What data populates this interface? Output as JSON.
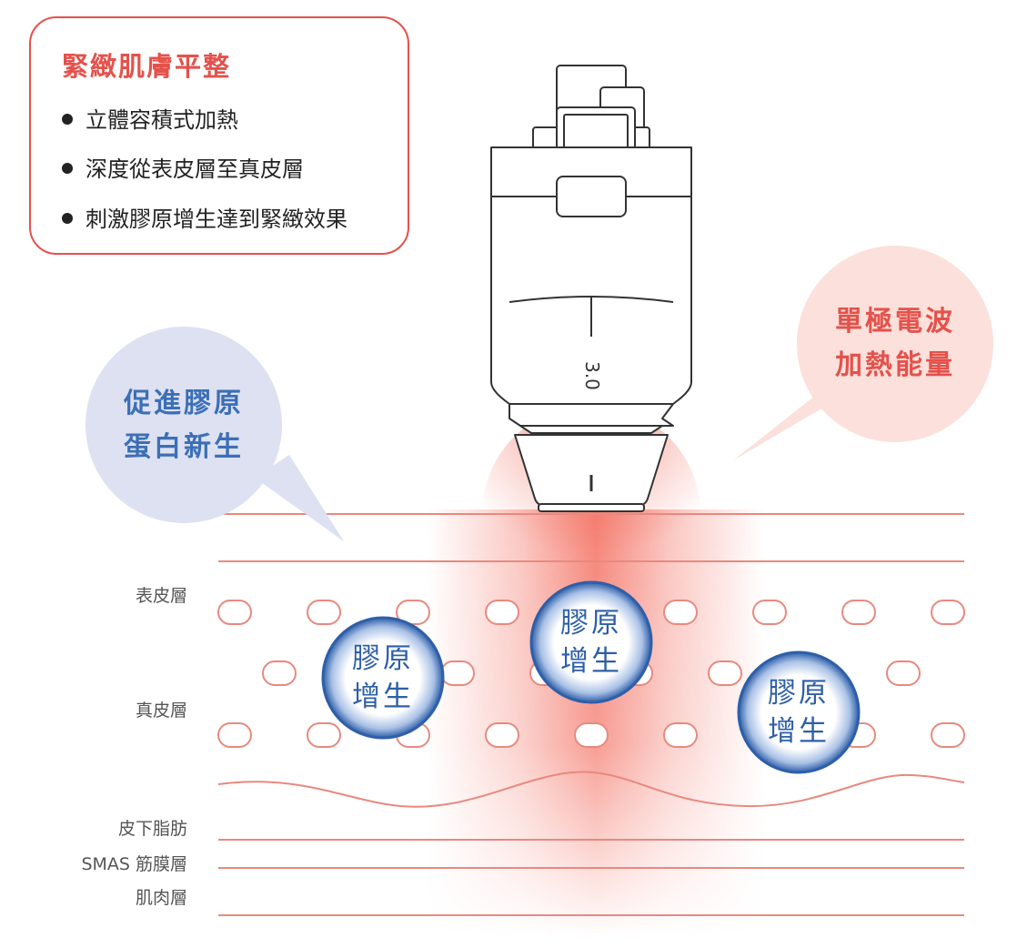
{
  "info_box": {
    "title": "緊緻肌膚平整",
    "items": [
      "立體容積式加熱",
      "深度從表皮層至真皮層",
      "刺激膠原增生達到緊緻效果"
    ]
  },
  "bubbles": {
    "left": {
      "line1": "促進膠原",
      "line2": "蛋白新生"
    },
    "right": {
      "line1": "單極電波",
      "line2": "加熱能量"
    }
  },
  "device": {
    "depth_marking": "3.0"
  },
  "layers": {
    "epidermis": "表皮層",
    "dermis": "真皮層",
    "subcutaneous": "皮下脂肪",
    "smas": "SMAS 筋膜層",
    "muscle": "肌肉層"
  },
  "collagen": {
    "line1": "膠原",
    "line2": "增生",
    "count": 3
  },
  "colors": {
    "accent_red": "#e5514b",
    "left_bubble": "#dde1f2",
    "left_bubble_text": "#3c6fb6",
    "right_bubble": "#fbe0db",
    "right_bubble_text": "#e5514b",
    "layer_line": "#e8897e",
    "collagen_circle_edge": "#2e5fa8",
    "heat_glow": "#f25c4c"
  }
}
